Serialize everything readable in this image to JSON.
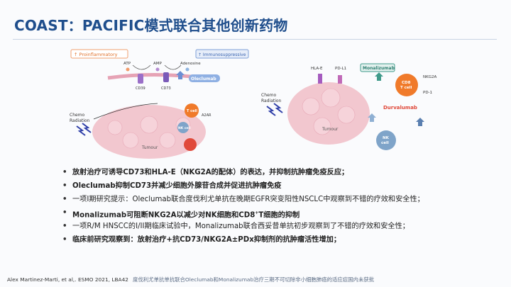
{
  "slide": {
    "title": "COAST：PACIFIC模式联合其他创新药物",
    "figure_left": {
      "tag_proinflammatory": "↑ Proinflammatory",
      "tag_immunosuppressive": "↑ Immunosuppressive",
      "label_atp": "ATP",
      "label_amp": "AMP",
      "label_adenosine": "Adenosine",
      "label_cd39": "CD39",
      "label_cd73": "CD73",
      "label_drug": "Oleclumab",
      "label_chemo": "Chemo",
      "label_radiation": "Radiation",
      "label_tcell": "T cell",
      "label_nk": "NK cell",
      "label_a2ar": "A2AR",
      "label_tumour": "Tumour"
    },
    "figure_right": {
      "label_hlae": "HLA-E",
      "label_pdl1": "PD-L1",
      "label_drug1": "Monalizumab",
      "label_nkg2a": "NKG2A",
      "label_cd8_line1": "CD8",
      "label_cd8_line2": "T cell",
      "label_pd1": "PD-1",
      "label_drug2": "Durvalumab",
      "label_chemo": "Chemo",
      "label_radiation": "Radiation",
      "label_tumour": "Tumour",
      "label_nk_line1": "NK",
      "label_nk_line2": "cell"
    },
    "bullets": [
      "放射治疗可诱导CD73和HLA-E（NKG2A的配体）的表达，并抑制抗肿瘤免疫反应；",
      "Oleclumab抑制CD73并减少细胞外腺苷合成并促进抗肿瘤免疫",
      "一项I期研究提示：Oleclumab联合度伐利尤单抗在晚期EGFR突变阳性NSCLC中观察到不错的疗效和安全性；",
      "Monalizumab可阻断NKG2A以减少对NK细胞和CD8",
      "一项R/M HNSCC的I/II期临床试验中，Monalizumab联合西妥昔单抗初步观察到了不错的疗效和安全性；",
      "临床前研究观察到：放射治疗+抗CD73/NKG2A±PDx抑制剂的抗肿瘤活性增加；"
    ],
    "bullet4_sup": "+",
    "bullet4_tail": "T细胞的抑制",
    "footer_ref": "Alex Martinez-Marti, et al,. ESMO 2021, LBA42",
    "footer_note": "度伐利尤单抗单抗联合Oleclumab和Monalizumab治疗三期不可切除非小细胞肺癌的适应症国内未获批"
  },
  "colors": {
    "title": "#1f4e8c",
    "tumour": "#f2c7cf",
    "tcell": "#f07a2a",
    "nk": "#7fa4c9",
    "drug_tag": "#6c8ed3",
    "monalizumab": "#3f9a8a",
    "durvalumab": "#e0493a",
    "radiation": "#2f3fa8"
  }
}
